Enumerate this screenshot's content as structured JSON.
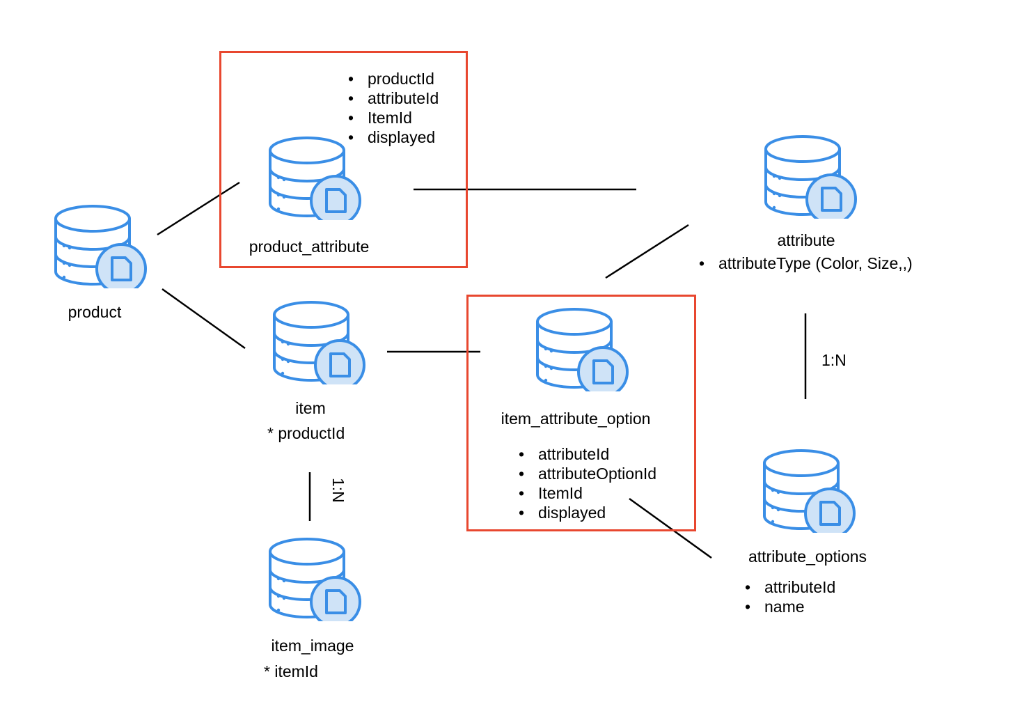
{
  "colors": {
    "db_stroke": "#3a8ee6",
    "db_fill": "#ffffff",
    "badge_fill": "#cfe3f7",
    "highlight": "#e8472f",
    "line": "#000000"
  },
  "entities": {
    "product": {
      "name": "product",
      "icon": "database-icon"
    },
    "product_attribute": {
      "name": "product_attribute",
      "icon": "database-icon",
      "fields": [
        "productId",
        "attributeId",
        "ItemId",
        "displayed"
      ]
    },
    "attribute": {
      "name": "attribute",
      "icon": "database-icon",
      "fields": [
        "attributeType (Color, Size,,)"
      ]
    },
    "item": {
      "name": "item",
      "icon": "database-icon",
      "note": "* productId"
    },
    "item_attribute_option": {
      "name": "item_attribute_option",
      "icon": "database-icon",
      "fields": [
        "attributeId",
        "attributeOptionId",
        "ItemId",
        "displayed"
      ]
    },
    "attribute_options": {
      "name": "attribute_options",
      "icon": "database-icon",
      "fields": [
        "attributeId",
        "name"
      ]
    },
    "item_image": {
      "name": "item_image",
      "icon": "database-icon",
      "note": "* itemId"
    }
  },
  "relations": {
    "attribute_to_options": "1:N",
    "item_to_image": "1:N"
  }
}
